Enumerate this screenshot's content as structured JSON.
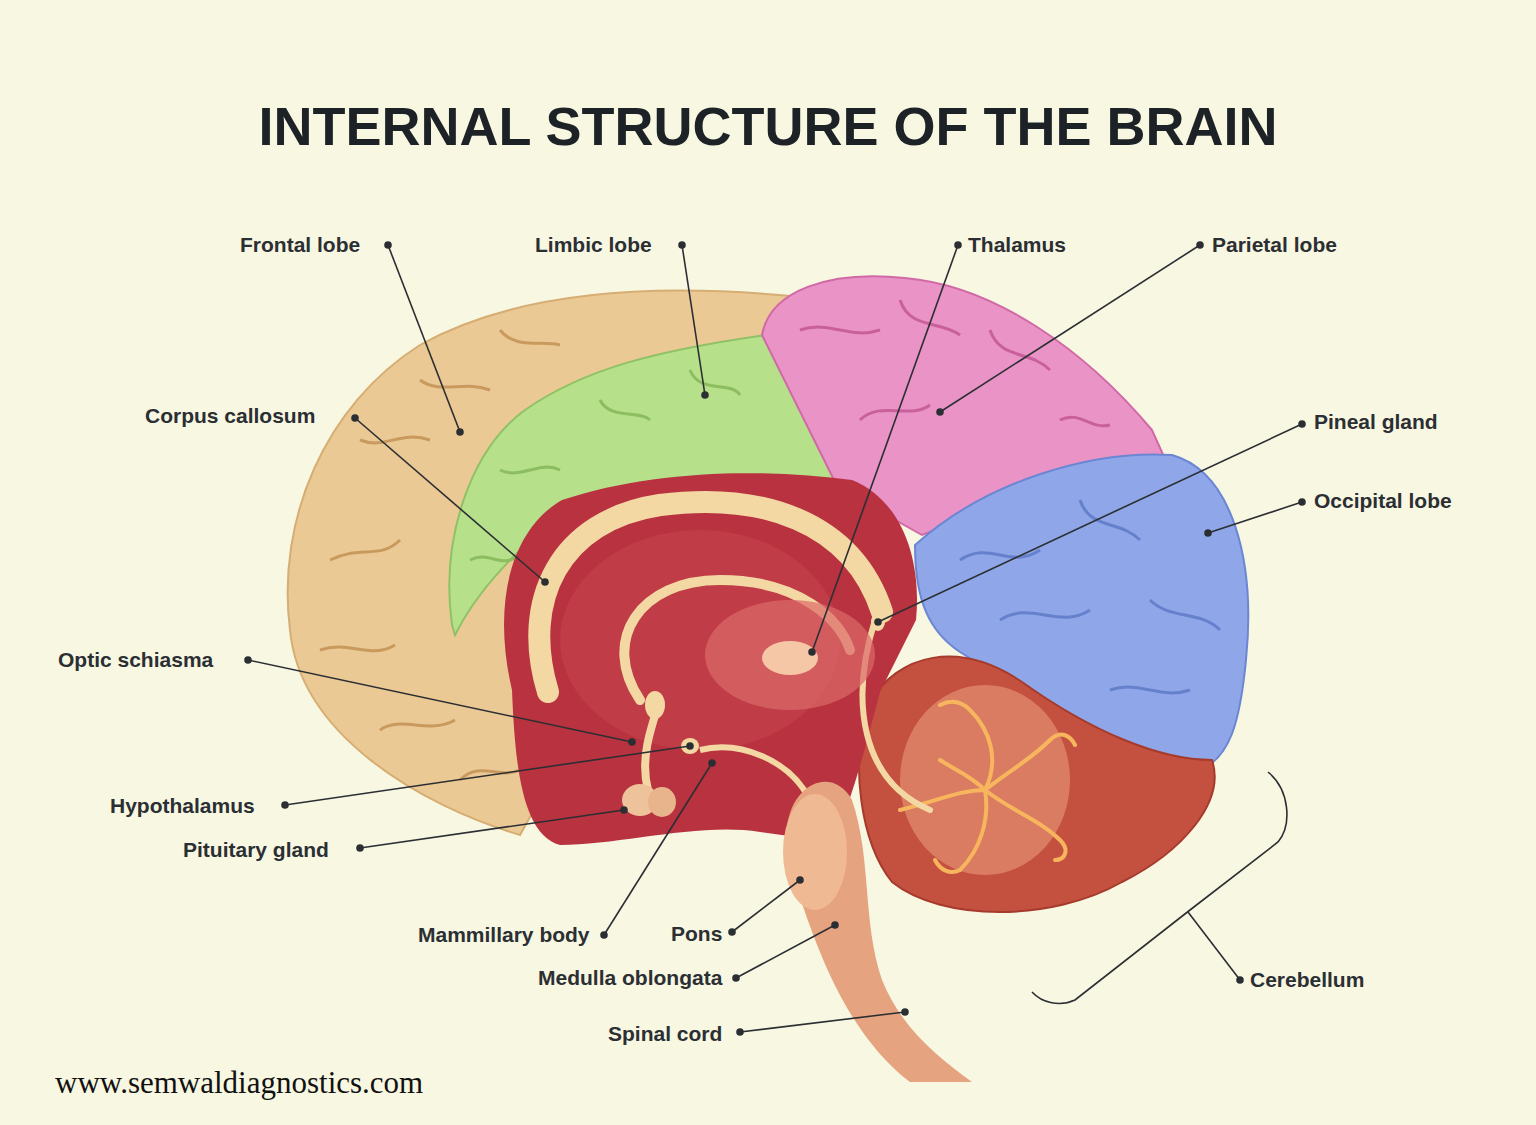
{
  "diagram": {
    "title": "INTERNAL STRUCTURE OF THE BRAIN",
    "labels": [
      "Frontal lobe",
      "Limbic lobe",
      "Thalamus",
      "Parietal lobe",
      "Corpus callosum",
      "Pineal gland",
      "Occipital lobe",
      "Optic schiasma",
      "Hypothalamus",
      "Pituitary gland",
      "Mammillary body",
      "Pons",
      "Medulla oblongata",
      "Spinal cord",
      "Cerebellum",
      "www.semwaldiagnostics.com"
    ]
  }
}
